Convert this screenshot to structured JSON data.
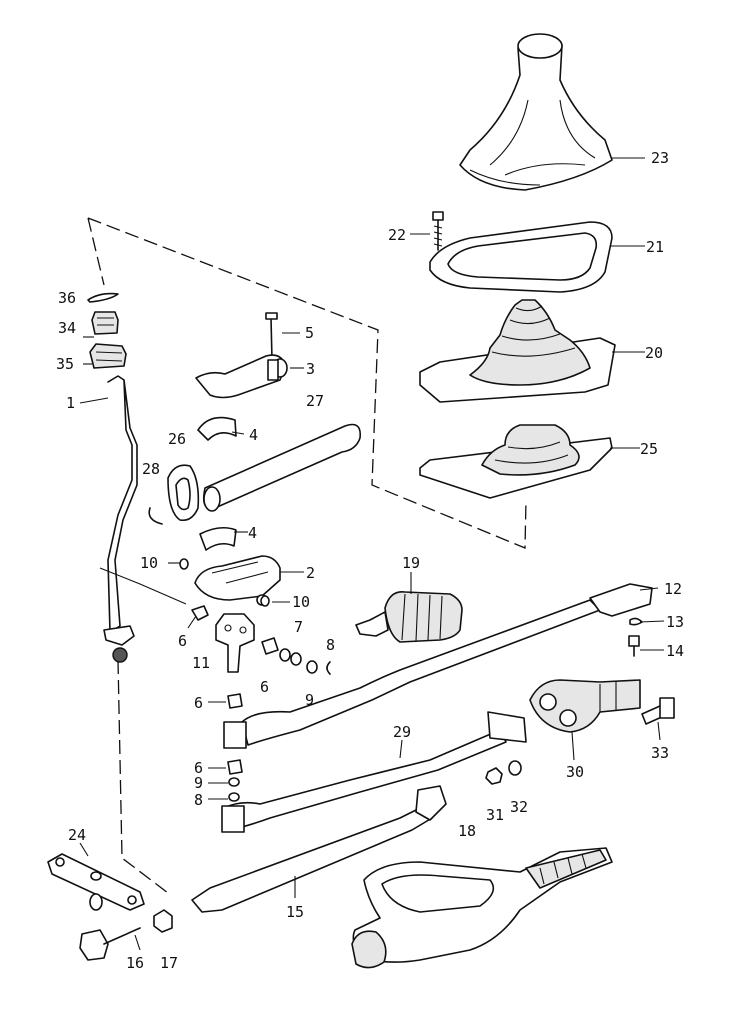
{
  "callouts": {
    "c1": "1",
    "c2": "2",
    "c3": "3",
    "c4a": "4",
    "c4b": "4",
    "c5": "5",
    "c6a": "6",
    "c6b": "6",
    "c6c": "6",
    "c6d": "6",
    "c7": "7",
    "c8a": "8",
    "c8b": "8",
    "c9a": "9",
    "c9b": "9",
    "c10a": "10",
    "c10b": "10",
    "c11": "11",
    "c12": "12",
    "c13": "13",
    "c14": "14",
    "c15": "15",
    "c16": "16",
    "c17": "17",
    "c18": "18",
    "c19": "19",
    "c20": "20",
    "c21": "21",
    "c22": "22",
    "c23": "23",
    "c24": "24",
    "c25": "25",
    "c26": "26",
    "c27": "27",
    "c28": "28",
    "c29": "29",
    "c30": "30",
    "c31": "31",
    "c32": "32",
    "c33": "33",
    "c34": "34",
    "c35": "35",
    "c36": "36"
  },
  "colors": {
    "line": "#111111",
    "background": "#ffffff",
    "shade": "#e6e6e6"
  }
}
